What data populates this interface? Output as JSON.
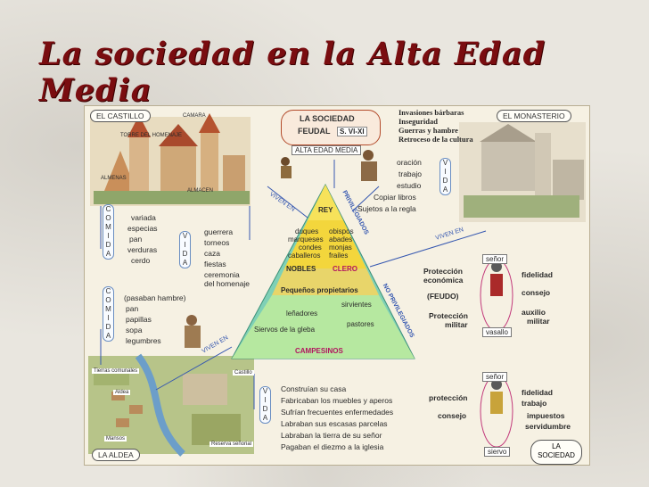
{
  "title": "La sociedad en la Alta Edad Media",
  "center": {
    "line1": "LA SOCIEDAD",
    "line2": "FEUDAL",
    "period": "S. VI-XI",
    "era": "ALTA EDAD MEDIA",
    "causes": [
      "Invasiones bárbaras",
      "Inseguridad",
      "Guerras y hambre",
      "Retroceso de la cultura"
    ]
  },
  "castle": {
    "label": "EL CASTILLO",
    "img_labels": [
      "CAMARA",
      "TORRE DEL HOMENAJE",
      "ALMENAS",
      "ALMACEN"
    ],
    "comida_word": [
      "C",
      "O",
      "M",
      "I",
      "D",
      "A"
    ],
    "comida": [
      "variada",
      "especias",
      "pan",
      "verduras",
      "cerdo"
    ],
    "vida_word": [
      "V",
      "I",
      "D",
      "A"
    ],
    "vida": [
      "guerrera",
      "torneos",
      "caza",
      "fiestas",
      "ceremonia",
      "del homenaje"
    ]
  },
  "monastery": {
    "label": "EL MONASTERIO",
    "vida_word": [
      "V",
      "I",
      "D",
      "A"
    ],
    "vida": [
      "oración",
      "trabajo",
      "estudio",
      "Copiar libros",
      "Sujetos a la regla"
    ]
  },
  "village": {
    "label": "LA ALDEA",
    "img_labels": [
      "Tierras comunales",
      "Aldea",
      "Castillo",
      "Mansos",
      "Reserva señorial"
    ],
    "comida_word": [
      "C",
      "O",
      "M",
      "I",
      "D",
      "A"
    ],
    "comida": [
      "(pasaban hambre)",
      "pan",
      "papillas",
      "sopa",
      "legumbres"
    ],
    "vida_word": [
      "V",
      "I",
      "D",
      "A"
    ],
    "vida": [
      "Construían su casa",
      "Fabricaban los muebles y aperos",
      "Sufrían frecuentes enfermedades",
      "Labraban sus escasas parcelas",
      "Labraban la tierra de su señor",
      "Pagaban el diezmo a la iglesia"
    ]
  },
  "pyramid": {
    "rey": "REY",
    "nobles": [
      "duques",
      "marqueses",
      "condes",
      "caballeros"
    ],
    "clero": [
      "obispos",
      "abades",
      "monjas",
      "frailes"
    ],
    "nobles_label": "NOBLES",
    "clero_label": "CLERO",
    "propietarios": "Pequeños propietarios",
    "sirvientes": "sirvientes",
    "lenadores": "leñadores",
    "pastores": "pastores",
    "siervos": "Siervos de la gleba",
    "campesinos": "CAMPESINOS"
  },
  "arrows": {
    "viven_en_1": "VIVEN EN",
    "viven_en_2": "VIVEN EN",
    "viven_en_3": "VIVEN EN",
    "privilegiados": "PRIVILEGIADOS",
    "no_privilegiados": "NO PRIVILEGIADOS"
  },
  "vassal": {
    "senor": "señor",
    "vasallo": "vasallo",
    "left": [
      "Protección",
      "económica",
      "(FEUDO)",
      "Protección",
      "militar"
    ],
    "right": [
      "fidelidad",
      "consejo",
      "auxilio",
      "militar"
    ]
  },
  "serf": {
    "senor": "señor",
    "siervo": "siervo",
    "left": [
      "protección",
      "consejo"
    ],
    "right": [
      "fidelidad",
      "trabajo",
      "impuestos",
      "servidumbre"
    ],
    "society": [
      "LA",
      "SOCIEDAD"
    ]
  },
  "colors": {
    "title": "#7a0d10",
    "pyramid": "#7fd0b6",
    "rey": "#f6e25a",
    "nobles": "#f3d63c",
    "lower": "#b6e8a0"
  }
}
